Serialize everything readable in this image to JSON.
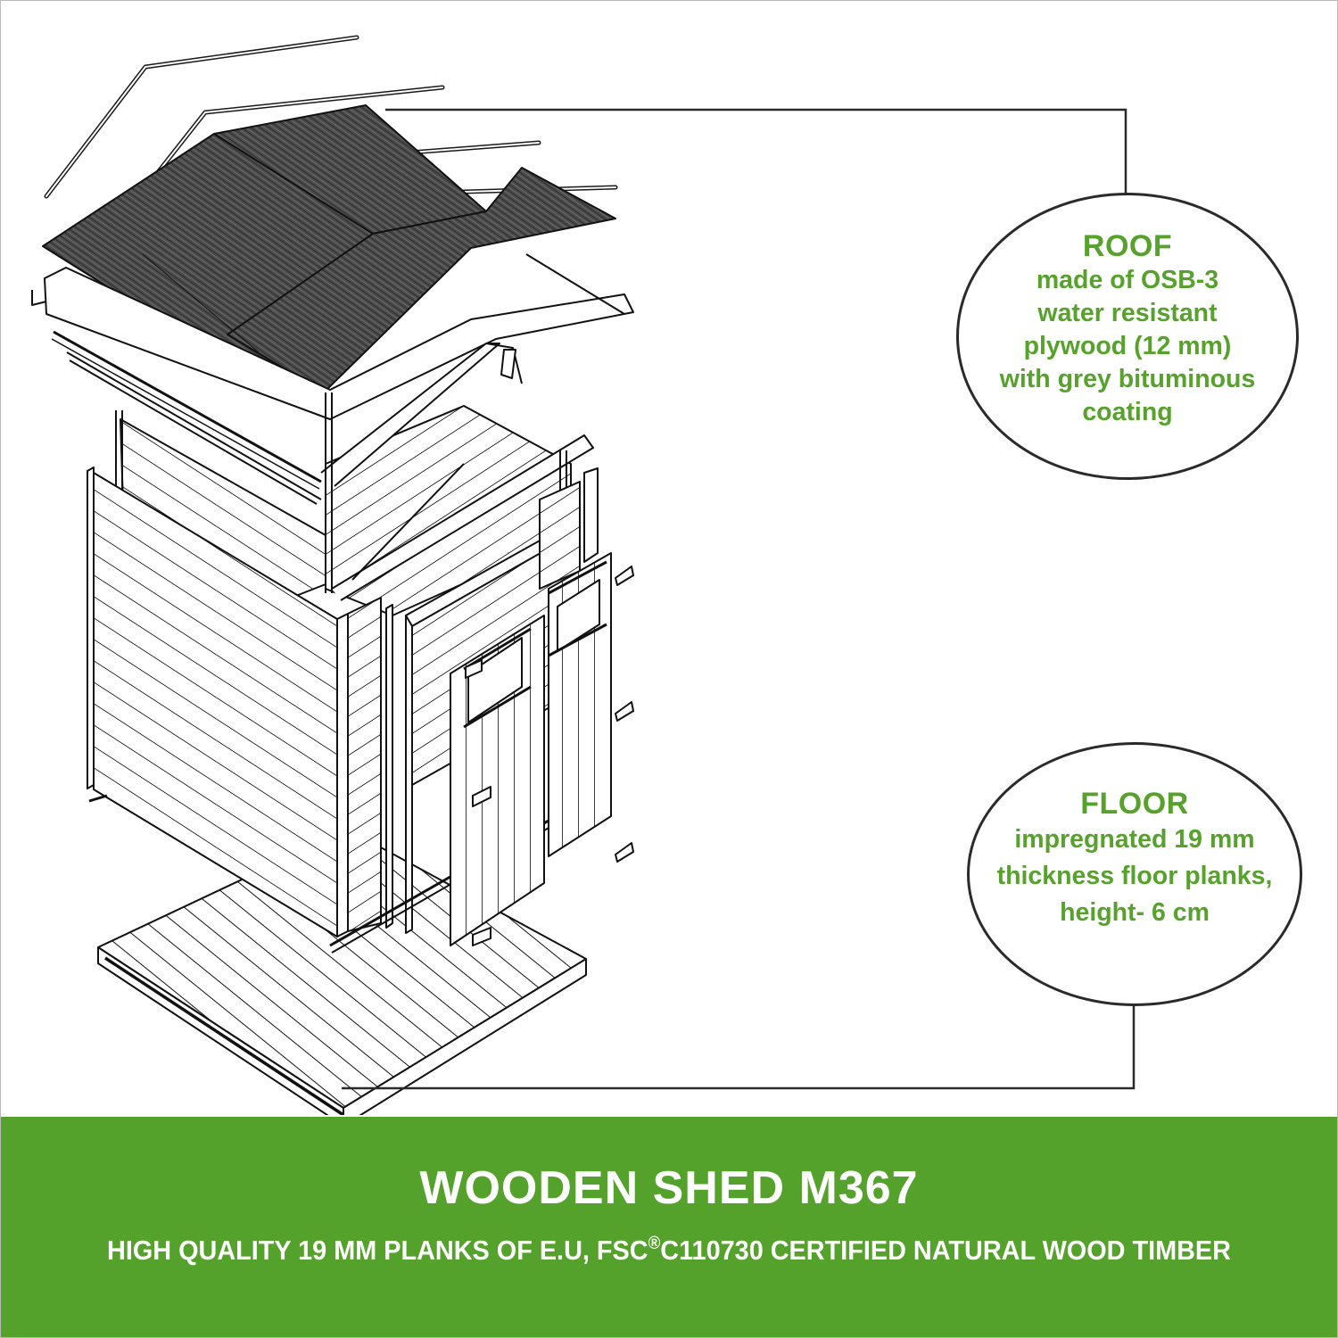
{
  "callouts": {
    "roof": {
      "title": "ROOF",
      "lines": [
        "made of OSB-3",
        "water resistant",
        "plywood (12 mm)",
        "with grey bituminous",
        "coating"
      ]
    },
    "floor": {
      "title": "FLOOR",
      "lines": [
        "impregnated 19 mm",
        "thickness floor planks,",
        "height- 6 cm"
      ]
    }
  },
  "banner": {
    "title": "WOODEN SHED M367",
    "subtitle_before": "HIGH QUALITY 19 MM PLANKS OF E.U, FSC",
    "registered_mark": "®",
    "subtitle_after": "C110730 CERTIFIED NATURAL WOOD TIMBER"
  },
  "colors": {
    "accent_green": "#54a22b",
    "callout_text_green": "#56a22c",
    "line_dark": "#2a2a2a",
    "roof_grey": "#4a4a4a",
    "background": "#ffffff"
  },
  "diagram": {
    "subject": "exploded isometric view of wooden shed",
    "parts": [
      "roof ridge trims",
      "roof panels",
      "roof frame",
      "gable trusses",
      "side wall",
      "back wall",
      "front wall with double door",
      "door hinges",
      "floor platform"
    ]
  }
}
